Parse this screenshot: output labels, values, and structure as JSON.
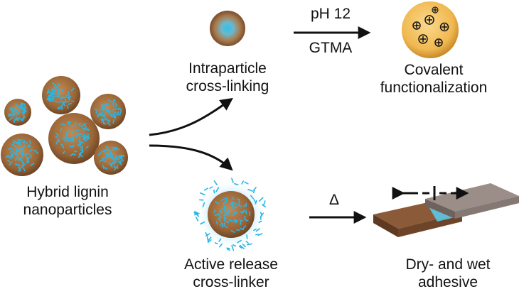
{
  "labels": {
    "hybrid_line1": "Hybrid lignin",
    "hybrid_line2": "nanoparticles",
    "intra_line1": "Intraparticle",
    "intra_line2": "cross-linking",
    "covalent_line1": "Covalent",
    "covalent_line2": "functionalization",
    "active_line1": "Active release",
    "active_line2": "cross-linker",
    "adhesive_line1": "Dry- and wet",
    "adhesive_line2": "adhesive"
  },
  "conditions": {
    "ph": "pH 12",
    "reagent": "GTMA",
    "heat": "Δ"
  },
  "colors": {
    "particle_brown": "#9a6638",
    "particle_light": "#c48a52",
    "crosslinker_cyan": "#29b6e6",
    "functional_yellow": "#f2bf5c",
    "arrow": "#111111",
    "slab_brown": "#7a4a2e",
    "slab_gray": "#8a7d78"
  },
  "icons": {
    "cationic_group": "plus-in-circle-icon",
    "shear_indicator": "double-arrow-icon"
  }
}
